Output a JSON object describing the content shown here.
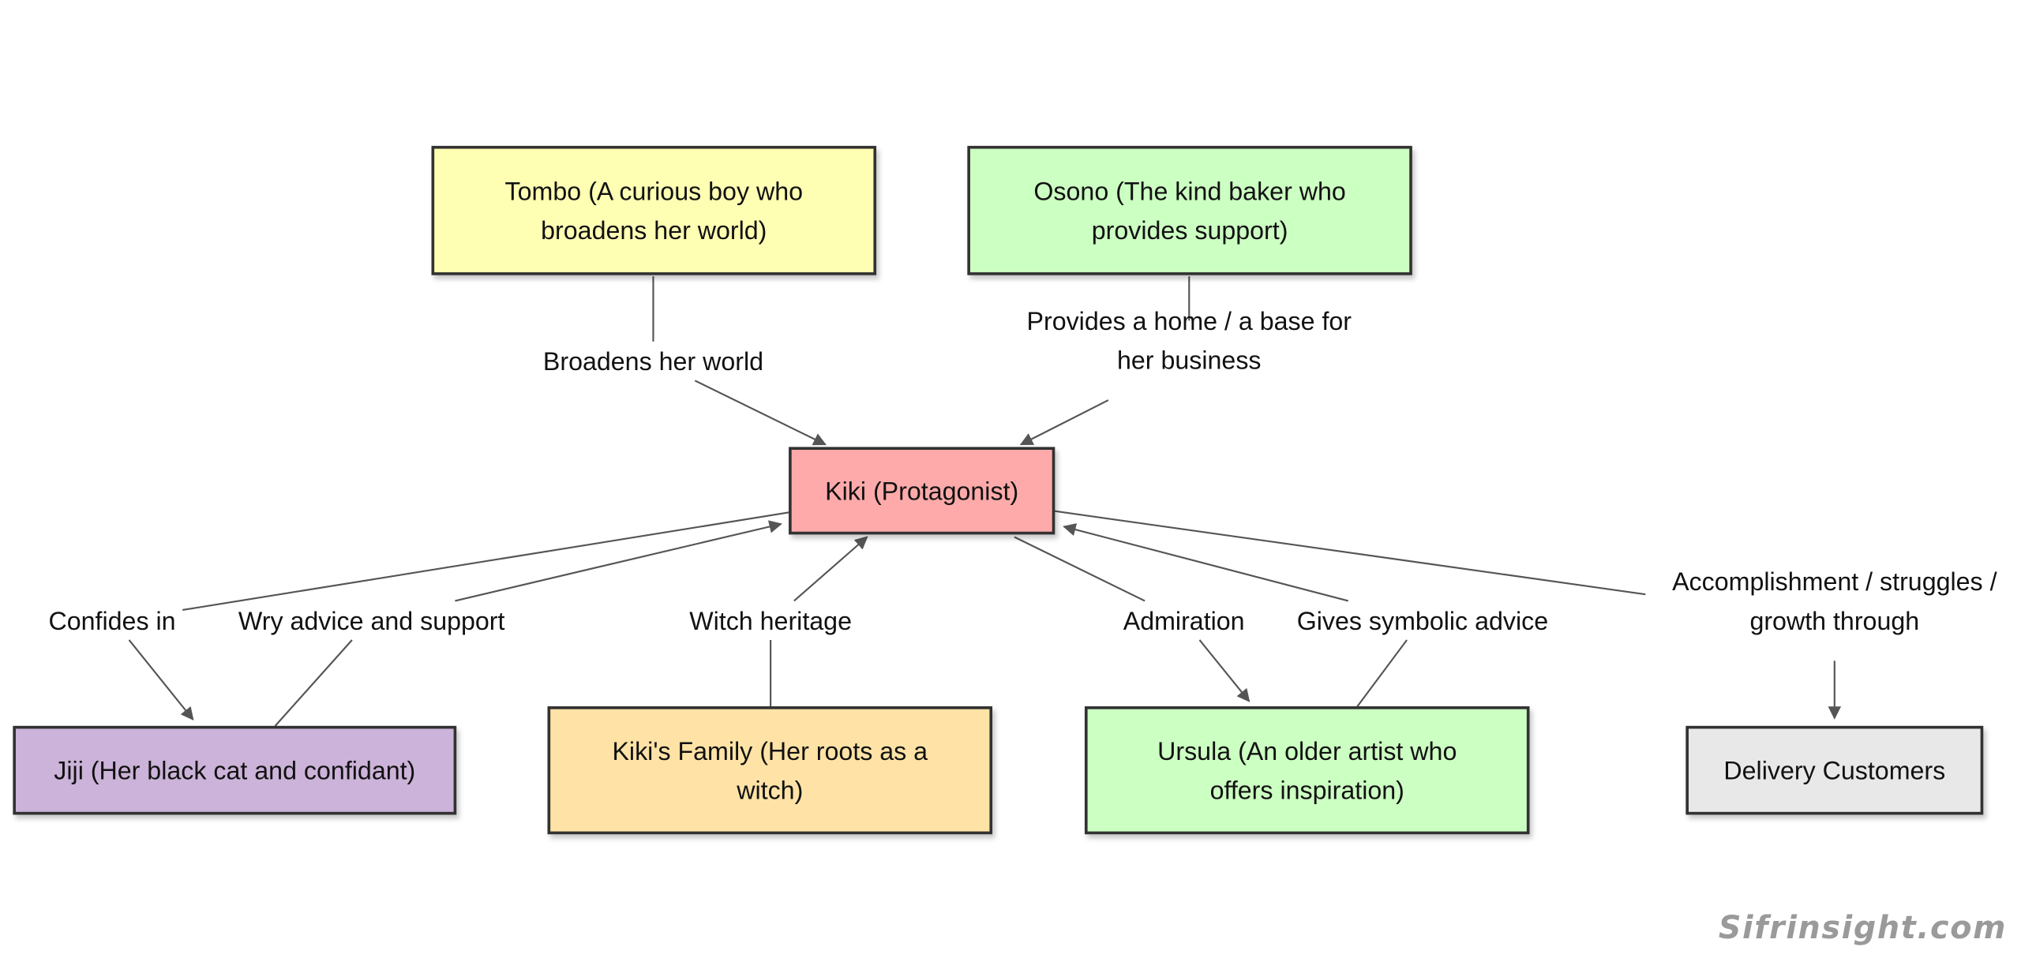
{
  "diagram": {
    "nodes": [
      {
        "id": "tombo",
        "lines": [
          "Tombo (A curious boy who",
          "broadens her world)"
        ],
        "fill": "#ffffb3"
      },
      {
        "id": "osono",
        "lines": [
          "Osono (The kind baker who",
          "provides support)"
        ],
        "fill": "#ccffc2"
      },
      {
        "id": "kiki",
        "lines": [
          "Kiki (Protagonist)"
        ],
        "fill": "#ffaaaa"
      },
      {
        "id": "jiji",
        "lines": [
          "Jiji (Her black cat and confidant)"
        ],
        "fill": "#ccb3d9"
      },
      {
        "id": "family",
        "lines": [
          "Kiki's Family (Her roots as a",
          "witch)"
        ],
        "fill": "#ffe3a6"
      },
      {
        "id": "ursula",
        "lines": [
          "Ursula (An older artist who",
          "offers inspiration)"
        ],
        "fill": "#ccffc2"
      },
      {
        "id": "customers",
        "lines": [
          "Delivery Customers"
        ],
        "fill": "#e8e8e8"
      }
    ],
    "edges": [
      {
        "from": "tombo",
        "to": "kiki",
        "label": [
          "Broadens her world"
        ]
      },
      {
        "from": "osono",
        "to": "kiki",
        "label": [
          "Provides a home / a base for",
          "her business"
        ]
      },
      {
        "from": "kiki",
        "to": "jiji",
        "label": [
          "Confides in"
        ]
      },
      {
        "from": "jiji",
        "to": "kiki",
        "label": [
          "Wry advice and support"
        ]
      },
      {
        "from": "family",
        "to": "kiki",
        "label": [
          "Witch heritage"
        ]
      },
      {
        "from": "kiki",
        "to": "ursula",
        "label": [
          "Admiration"
        ]
      },
      {
        "from": "ursula",
        "to": "kiki",
        "label": [
          "Gives symbolic advice"
        ]
      },
      {
        "from": "kiki",
        "to": "customers",
        "label": [
          "Accomplishment / struggles /",
          "growth through"
        ]
      }
    ]
  },
  "watermark": "Sifrinsight.com"
}
